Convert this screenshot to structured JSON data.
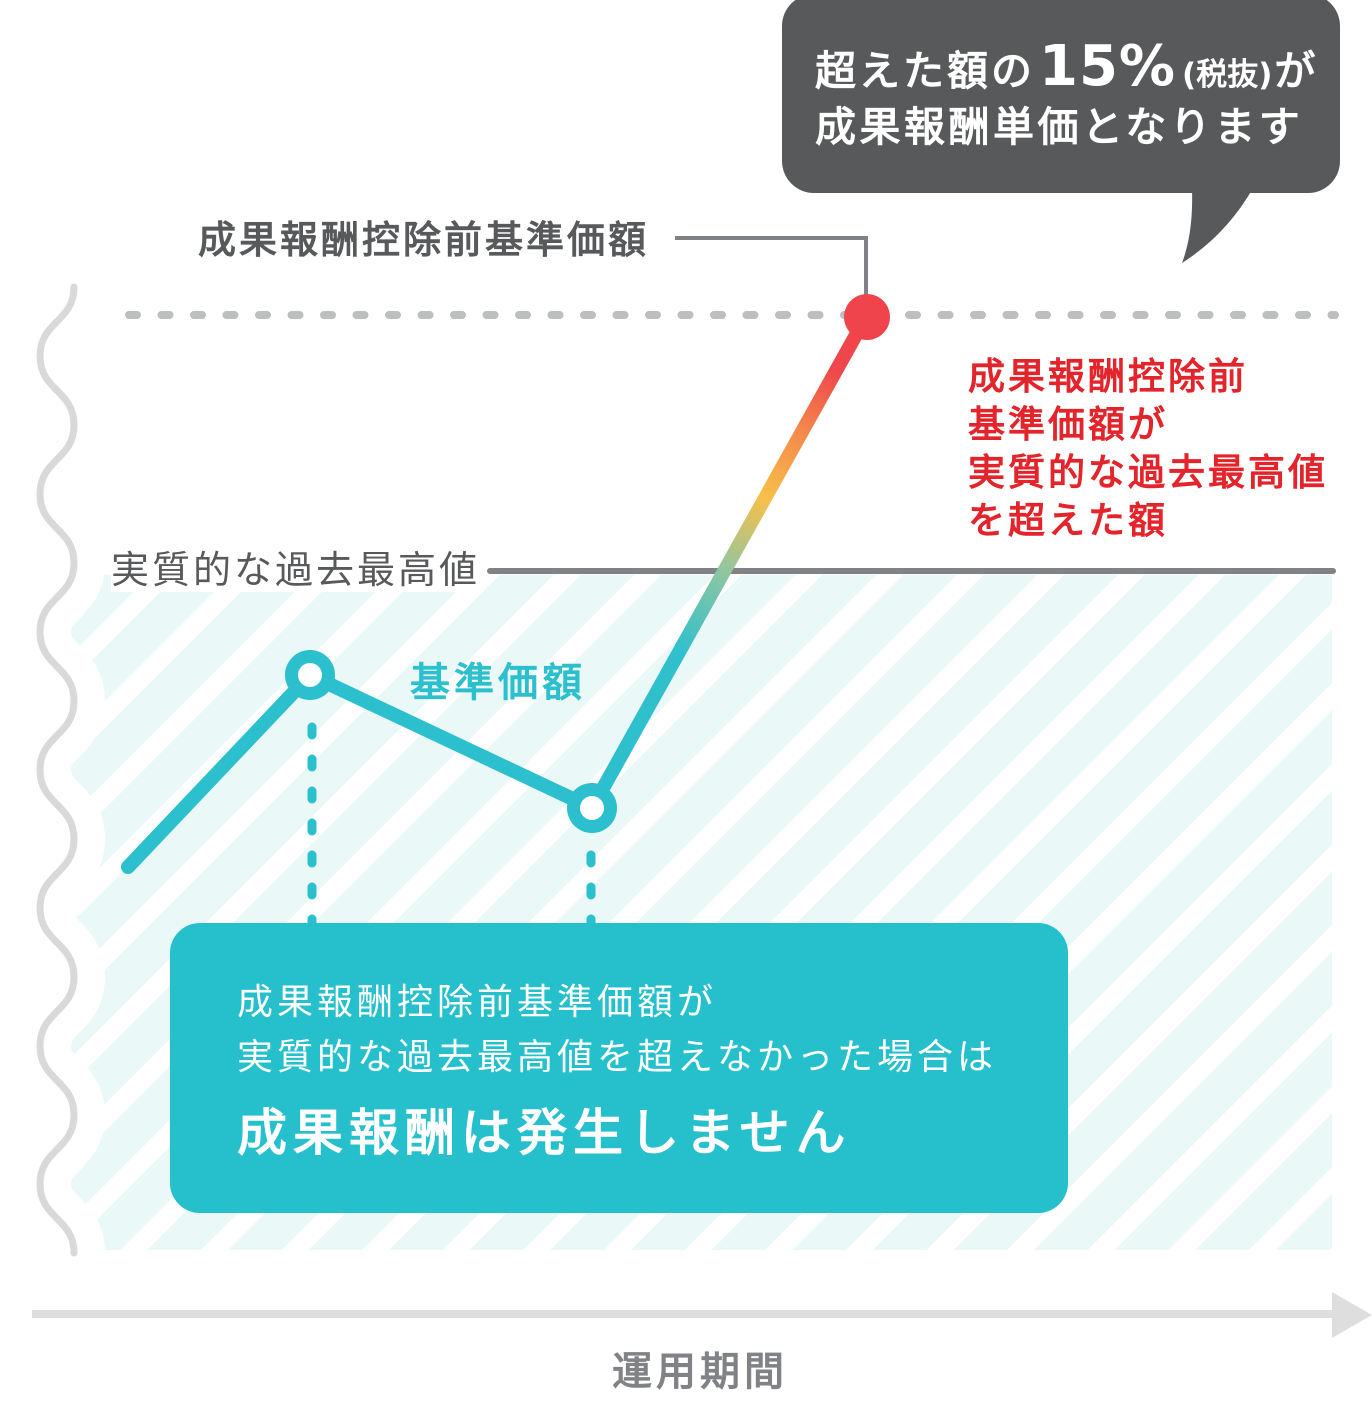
{
  "callout": {
    "line1": {
      "prefix": "超えた額の",
      "highlight": "15%",
      "note": "(税抜)",
      "suffix": "が"
    },
    "line2": "成果報酬単価となります"
  },
  "labels": {
    "pre_fee_nav": "成果報酬控除前基準価額",
    "high_water_mark": "実質的な過去最高値",
    "nav": "基準価額",
    "x_axis": "運用期間"
  },
  "excess_note": {
    "lines": [
      "成果報酬控除前",
      "基準価額が",
      "実質的な過去最高値",
      "を超えた額"
    ]
  },
  "info_box": {
    "line1": "成果報酬控除前基準価額が",
    "line2": "実質的な過去最高値を超えなかった場合は",
    "line3": "成果報酬は発生しません"
  },
  "icons": {
    "x_axis_arrow": "arrow-right-icon",
    "break_mark": "wavy-axis-break-icon",
    "peak_marker": "red-dot-marker-icon",
    "point_marker": "open-circle-marker-icon"
  },
  "colors": {
    "callout_bg": "#58595b",
    "nav_line": "#2cbfcd",
    "info_box_bg": "#26c0cd",
    "excess_text": "#e3242b",
    "peak_dot": "#ef444b",
    "reference_line": "#808285",
    "dotted_line": "#bcbec0",
    "hatch_fill": "#eaf8f8",
    "axis": "#dedede",
    "label_text": "#58595b"
  },
  "chart_data": {
    "type": "line",
    "title": "",
    "xlabel": "運用期間",
    "ylabel": "",
    "series": [
      {
        "name": "基準価額",
        "x": [
          7,
          21,
          42,
          62
        ],
        "values": [
          45,
          64,
          51,
          100
        ],
        "markers": [
          "none",
          "open-circle",
          "open-circle",
          "filled-red-dot"
        ]
      }
    ],
    "reference_lines": [
      {
        "label": "実質的な過去最高値",
        "value": 74,
        "style": "solid"
      },
      {
        "label": "成果報酬控除前基準価額",
        "value": 100,
        "style": "dotted"
      }
    ],
    "shaded_region": {
      "from": 0,
      "to": 74,
      "pattern": "diagonal-hatch"
    },
    "annotations": [
      "超えた額の15%(税抜)が成果報酬単価となります",
      "成果報酬控除前基準価額が実質的な過去最高値を超えた額",
      "成果報酬控除前基準価額が実質的な過去最高値を超えなかった場合は成果報酬は発生しません"
    ],
    "xlim": [
      0,
      100
    ],
    "ylim": [
      0,
      100
    ],
    "grid": false,
    "legend": "none"
  }
}
